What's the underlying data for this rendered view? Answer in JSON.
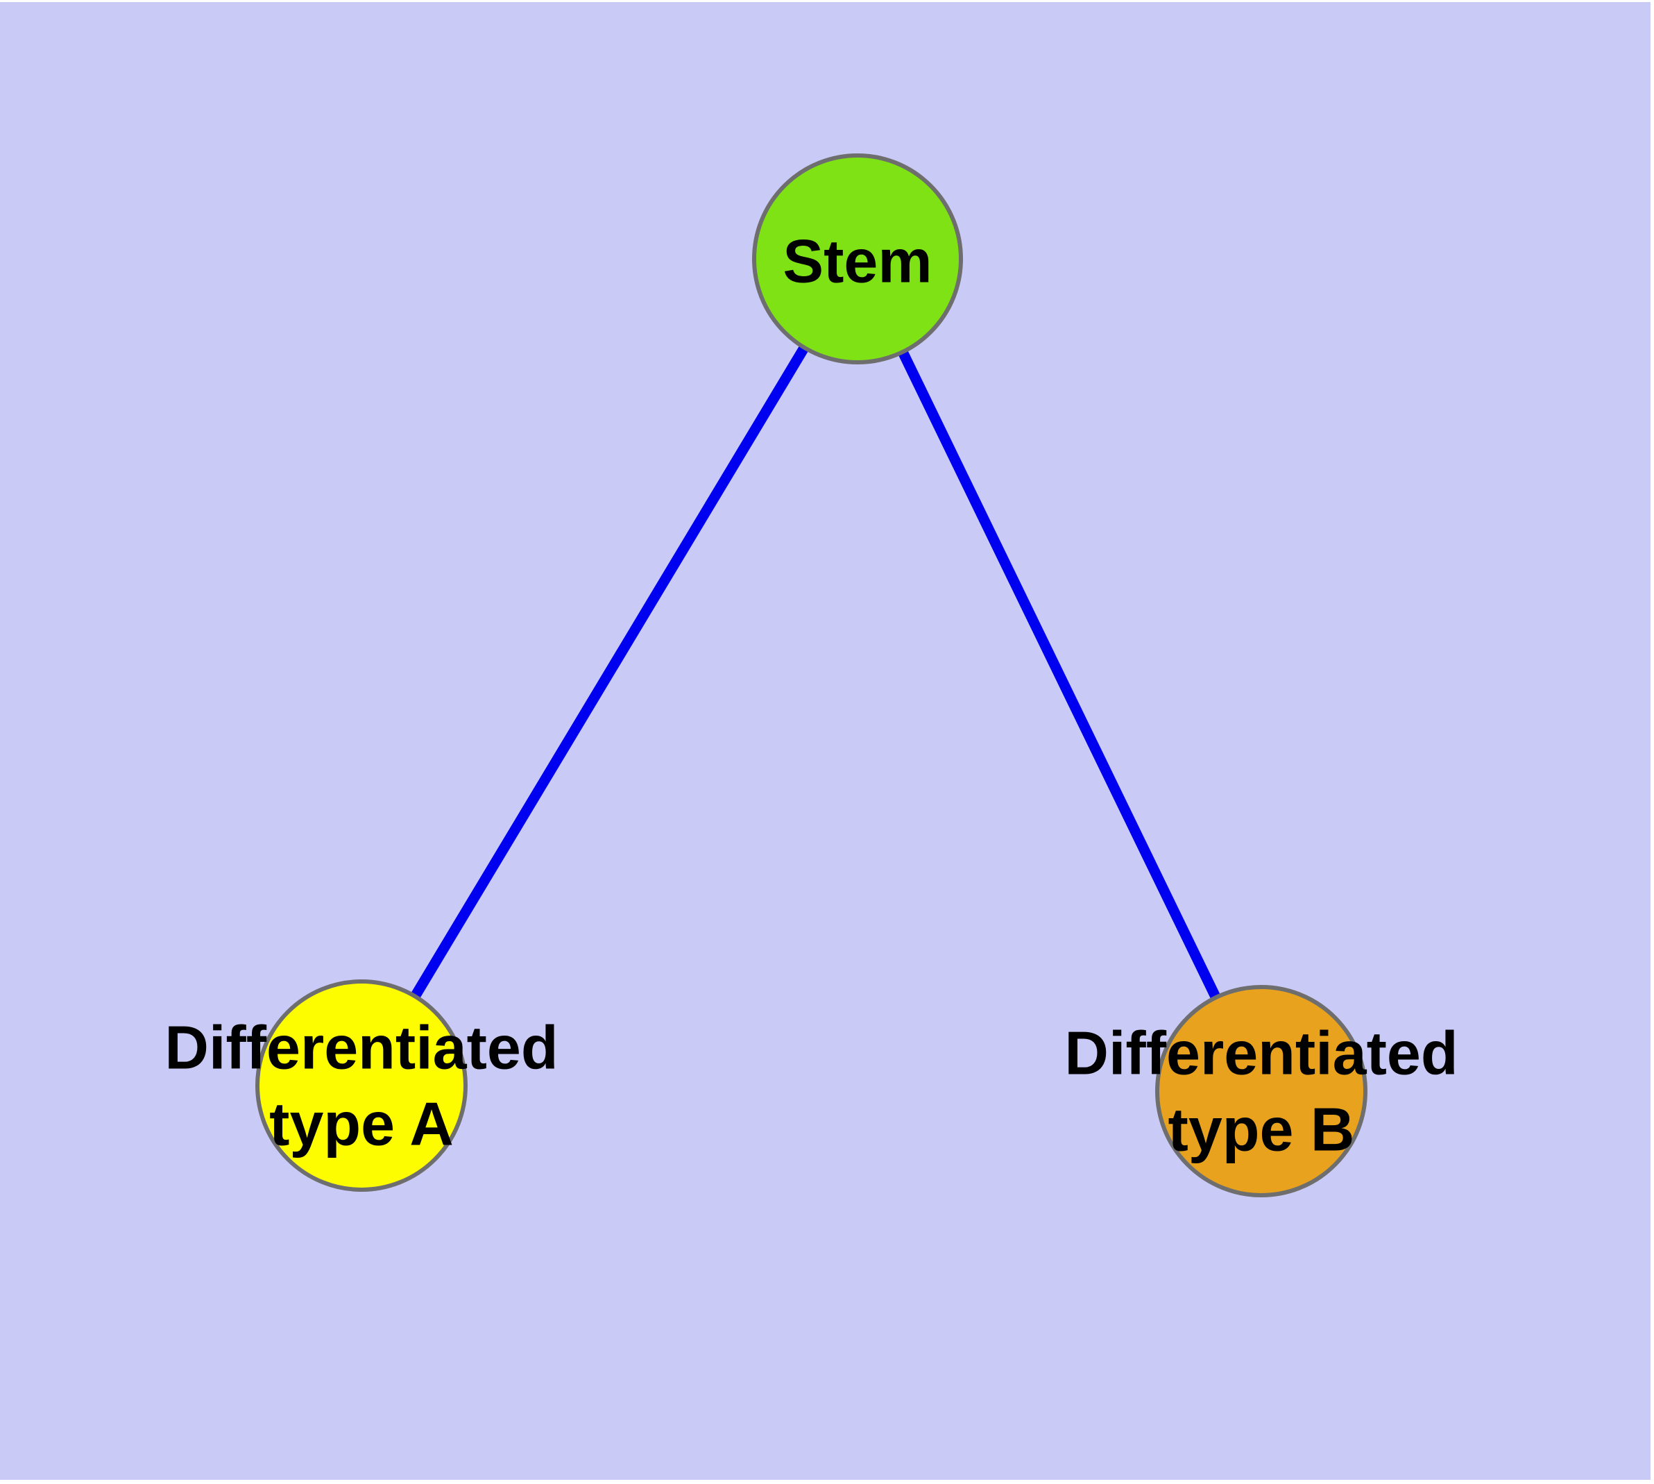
{
  "diagram": {
    "type": "graph",
    "description": "Cell differentiation graph: one stem node linked to two differentiated cell-type nodes",
    "colors": {
      "page_background": "#ffffff",
      "panel_background": "#cacaf7",
      "edge": "#0000f0",
      "node_border": "#6e6e6e",
      "label_text": "#000000"
    },
    "nodes": [
      {
        "id": "stem",
        "label": "Stem",
        "lines": [
          "Stem"
        ],
        "color": "#7ee214"
      },
      {
        "id": "differentiated-type-a",
        "label": "Differentiated type A",
        "lines": [
          "Differentiated",
          "type A"
        ],
        "color": "#fdfd00"
      },
      {
        "id": "differentiated-type-b",
        "label": "Differentiated type B",
        "lines": [
          "Differentiated",
          "type B"
        ],
        "color": "#e8a21d"
      }
    ],
    "edges": [
      {
        "from": "Stem",
        "to": "Differentiated type A"
      },
      {
        "from": "Stem",
        "to": "Differentiated type B"
      }
    ]
  }
}
